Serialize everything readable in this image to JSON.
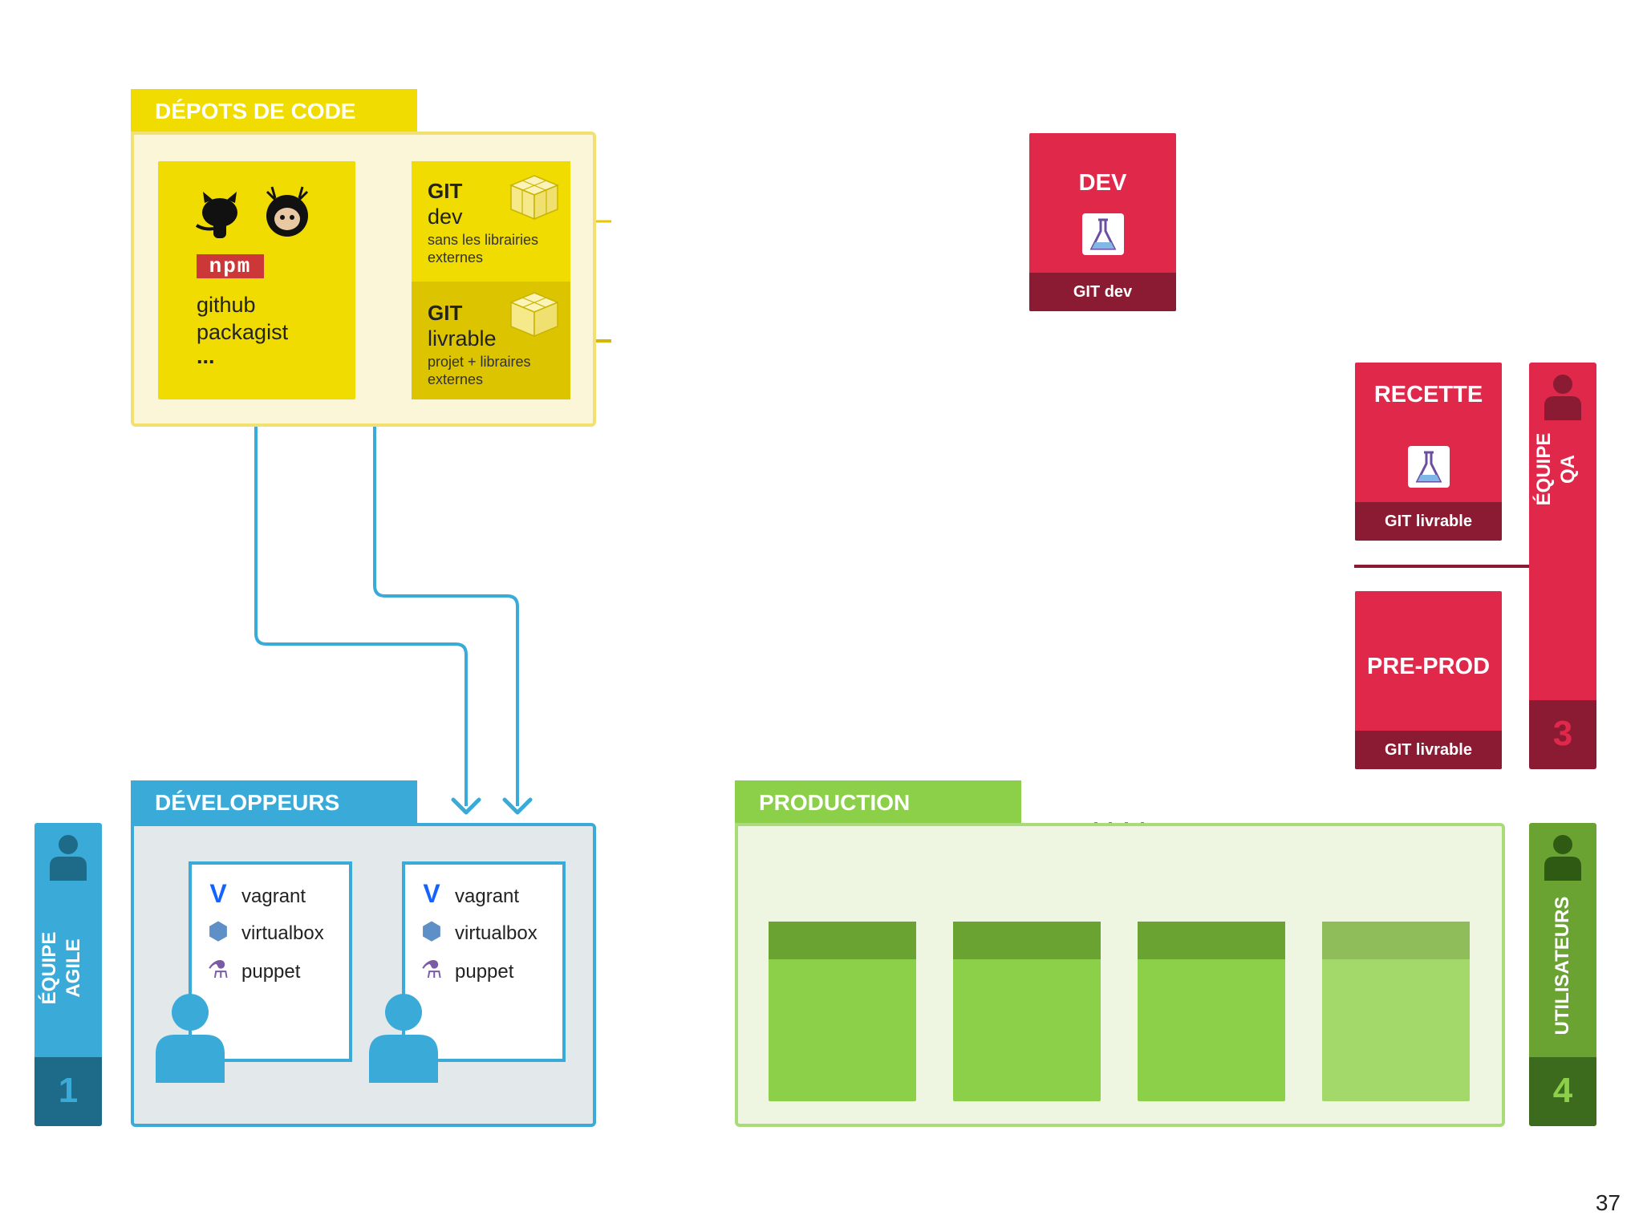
{
  "repos": {
    "tab": "DÉPOTS DE CODE",
    "public": {
      "npm": "npm",
      "line1": "github",
      "line2": "packagist",
      "line3": "..."
    },
    "git_dev": {
      "title": "GIT",
      "name": "dev",
      "desc1": "sans les librairies",
      "desc2": "externes"
    },
    "git_livrable": {
      "title": "GIT",
      "name": "livrable",
      "desc1": "projet + libraires",
      "desc2": "externes"
    }
  },
  "developers": {
    "tab": "DÉVELOPPEURS",
    "tools": [
      "vagrant",
      "virtualbox",
      "puppet"
    ]
  },
  "production": {
    "tab": "PRODUCTION"
  },
  "envs": {
    "dev": {
      "title": "DEV",
      "footer": "GIT dev"
    },
    "recette": {
      "title": "RECETTE",
      "footer": "GIT livrable"
    },
    "preprod": {
      "title": "PRE-PROD",
      "footer": "GIT livrable"
    }
  },
  "teams": {
    "agile": {
      "line1": "ÉQUIPE",
      "line2": "AGILE",
      "number": "1"
    },
    "qa": {
      "line1": "ÉQUIPE",
      "line2": "QA",
      "number": "3"
    },
    "users": {
      "label": "UTILISATEURS",
      "number": "4"
    }
  },
  "page_number": "37",
  "colors": {
    "yellow": "#f0dc00",
    "blue": "#3aaad9",
    "green": "#8ccf49",
    "red": "#e0294a"
  },
  "icons": [
    "github-octocat-icon",
    "packagist-icon",
    "package-box-icon",
    "vagrant-icon",
    "virtualbox-icon",
    "puppet-icon",
    "person-icon",
    "lab-flask-icon"
  ]
}
